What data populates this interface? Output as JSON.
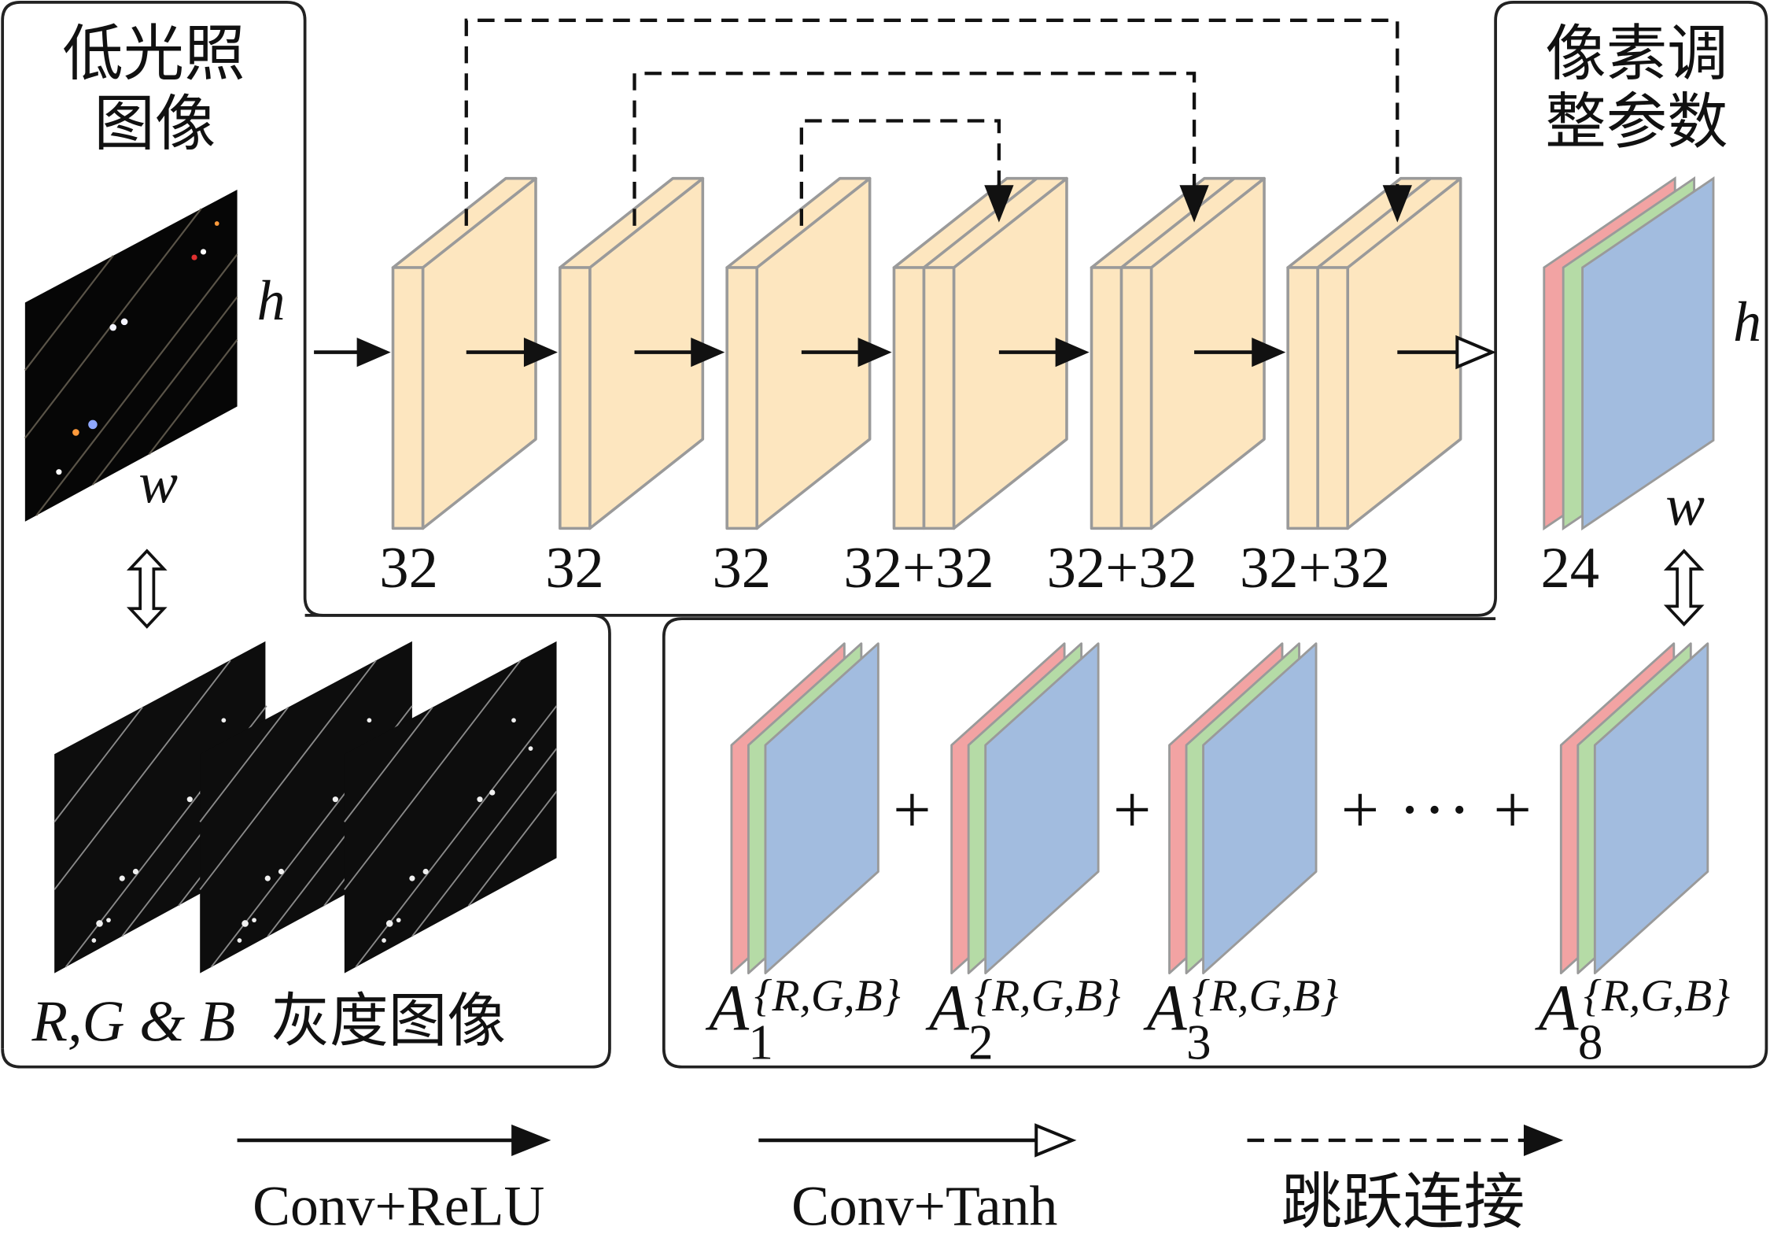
{
  "input_panel": {
    "title": [
      "低光照",
      "图像"
    ],
    "height_label": "h",
    "width_label": "w",
    "grayscale_caption_italic": "R,G & B",
    "grayscale_caption": "灰度图像"
  },
  "network": {
    "layers": [
      {
        "channels": "32"
      },
      {
        "channels": "32"
      },
      {
        "channels": "32"
      },
      {
        "channels": "32+32"
      },
      {
        "channels": "32+32"
      },
      {
        "channels": "32+32"
      }
    ]
  },
  "output_panel": {
    "title": [
      "像素调",
      "整参数"
    ],
    "height_label": "h",
    "width_label": "w",
    "channels": "24"
  },
  "adjustment_maps": {
    "terms": [
      {
        "symbol": "A",
        "index": "1",
        "channels": "{R,G,B}"
      },
      {
        "symbol": "A",
        "index": "2",
        "channels": "{R,G,B}"
      },
      {
        "symbol": "A",
        "index": "3",
        "channels": "{R,G,B}"
      },
      {
        "symbol": "A",
        "index": "8",
        "channels": "{R,G,B}"
      }
    ],
    "operators": [
      "+",
      "+",
      "+",
      "···",
      "+"
    ]
  },
  "legend": [
    {
      "label": "Conv+ReLU",
      "icon": "solid-arrow-icon"
    },
    {
      "label": "Conv+Tanh",
      "icon": "hollow-head-arrow-icon"
    },
    {
      "label": "跳跃连接",
      "icon": "dashed-arrow-icon"
    }
  ],
  "colors": {
    "feature_map": "#fde6bf",
    "outline": "#9a9a9a",
    "red_channel": "#f2a3a3",
    "green_channel": "#b5dba6",
    "blue_channel": "#a2bcdf"
  }
}
